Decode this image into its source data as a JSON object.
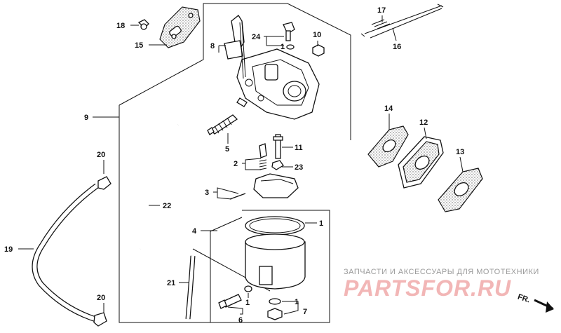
{
  "diagram": {
    "callouts": {
      "c1a": "1",
      "c1b": "1",
      "c1c": "1",
      "c1d": "1",
      "c2": "2",
      "c3": "3",
      "c4": "4",
      "c5": "5",
      "c6": "6",
      "c7": "7",
      "c8": "8",
      "c9": "9",
      "c10": "10",
      "c11": "11",
      "c12": "12",
      "c13": "13",
      "c14": "14",
      "c15": "15",
      "c16": "16",
      "c17": "17",
      "c18": "18",
      "c19": "19",
      "c20a": "20",
      "c20b": "20",
      "c21": "21",
      "c22": "22",
      "c23": "23",
      "c24": "24"
    },
    "watermark_small": "ЗАПЧАСТИ И АКСЕССУАРЫ ДЛЯ МОТОТЕХНИКИ",
    "watermark_big": "PARTSFOR.RU",
    "direction_label": "FR."
  }
}
